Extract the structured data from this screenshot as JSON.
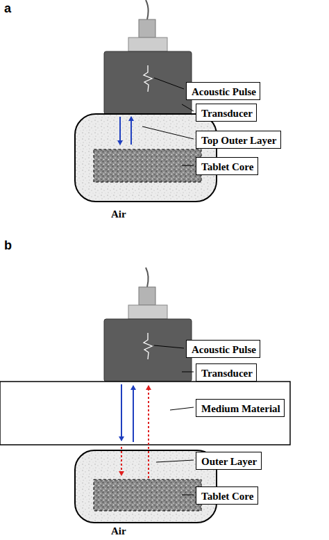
{
  "diagram": {
    "nodes": [
      {
        "text": [
          "Acoustic Pulse"
        ]
      },
      {
        "text": [
          "Transducer"
        ]
      },
      {
        "text": [
          "Top Outer Layer"
        ]
      },
      {
        "text": [
          "Tablet Core"
        ]
      },
      {
        "text": [
          "Acoustic Pulse"
        ]
      },
      {
        "text": [
          "Transducer"
        ]
      },
      {
        "text": [
          "Medium Material"
        ]
      },
      {
        "text": [
          "Outer Layer"
        ]
      },
      {
        "text": [
          "Tablet Core"
        ]
      }
    ],
    "labels": [
      "a",
      "Air",
      "b",
      "Air"
    ]
  }
}
